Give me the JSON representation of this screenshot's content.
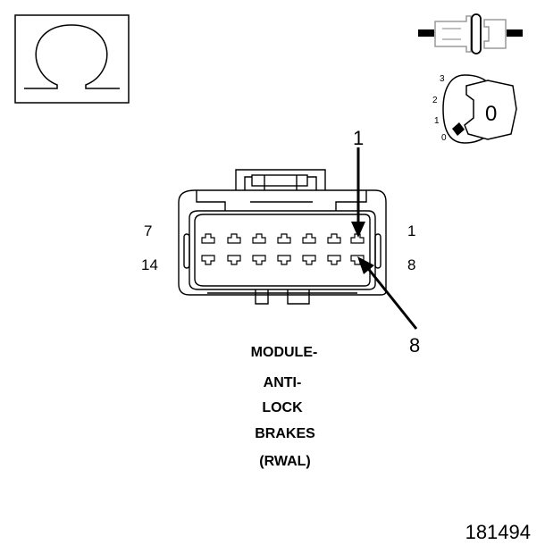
{
  "meter_symbol": "Ω",
  "key_position_labels": [
    "3",
    "2",
    "1",
    "0"
  ],
  "key_position_value": "0",
  "pin_labels": {
    "top_left": "7",
    "top_right": "1",
    "bottom_left": "14",
    "bottom_right": "8"
  },
  "callouts": {
    "pin_1": "1",
    "pin_8": "8"
  },
  "caption_lines": [
    "MODULE-",
    "ANTI-",
    "LOCK",
    "BRAKES",
    "(RWAL)"
  ],
  "figure_number": "181494"
}
